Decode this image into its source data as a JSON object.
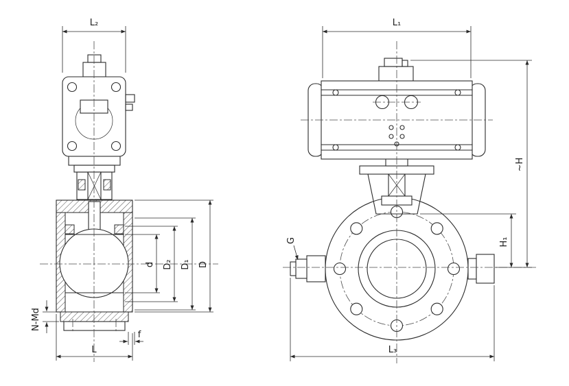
{
  "figure": {
    "labels": {
      "L2": "L₂",
      "L1": "L₁",
      "H": "~H",
      "H1": "H₁",
      "G": "G",
      "d": "d",
      "D2": "D₂",
      "D1": "D₁",
      "D": "D",
      "N_Md": "N-Md",
      "L": "L",
      "f": "f",
      "L3": "L₃"
    },
    "colors": {
      "line": "#2a2a2a",
      "centerline": "#4a4a4a",
      "background": "#ffffff"
    }
  }
}
